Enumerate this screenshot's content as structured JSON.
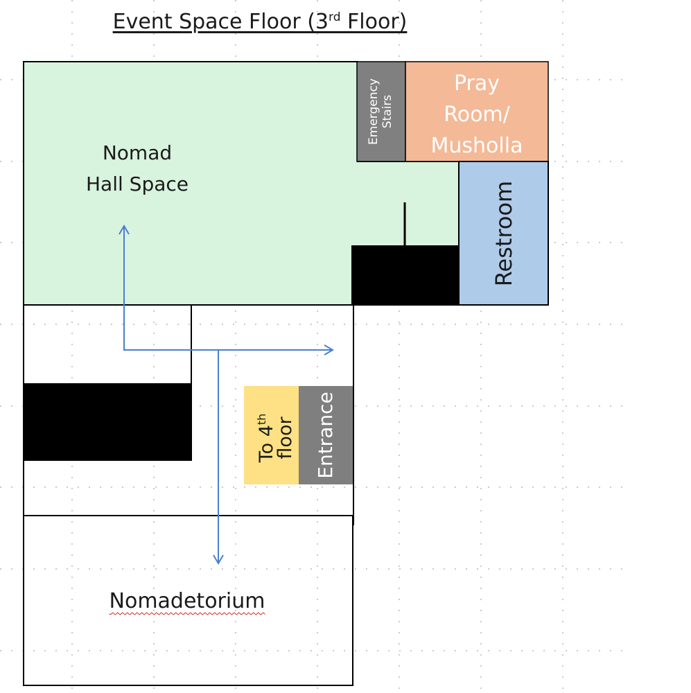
{
  "title": {
    "prefix": "Event Space Floor (3",
    "sup": "rd",
    "suffix": " Floor)"
  },
  "rooms": {
    "hall": {
      "line1": "Nomad",
      "line2": "Hall Space",
      "color": "#d8f3de"
    },
    "emergency": {
      "line1": "Emergency",
      "line2": "Stairs",
      "color": "#808080"
    },
    "pray": {
      "line1": "Pray",
      "line2": "Room/",
      "line3": "Musholla",
      "color": "#f4b996"
    },
    "restroom": {
      "label": "Restroom",
      "color": "#aecbea"
    },
    "stairs_up": {
      "line1_prefix": "To 4",
      "line1_sup": "th",
      "line2": "floor",
      "color": "#fde184"
    },
    "entrance": {
      "label": "Entrance",
      "color": "#7f7f7f"
    },
    "nomadetorium": {
      "label": "Nomadetorium"
    }
  },
  "colors": {
    "arrow": "#4a7fcf",
    "walls": "#000000",
    "grid": "#b9b9b9"
  }
}
